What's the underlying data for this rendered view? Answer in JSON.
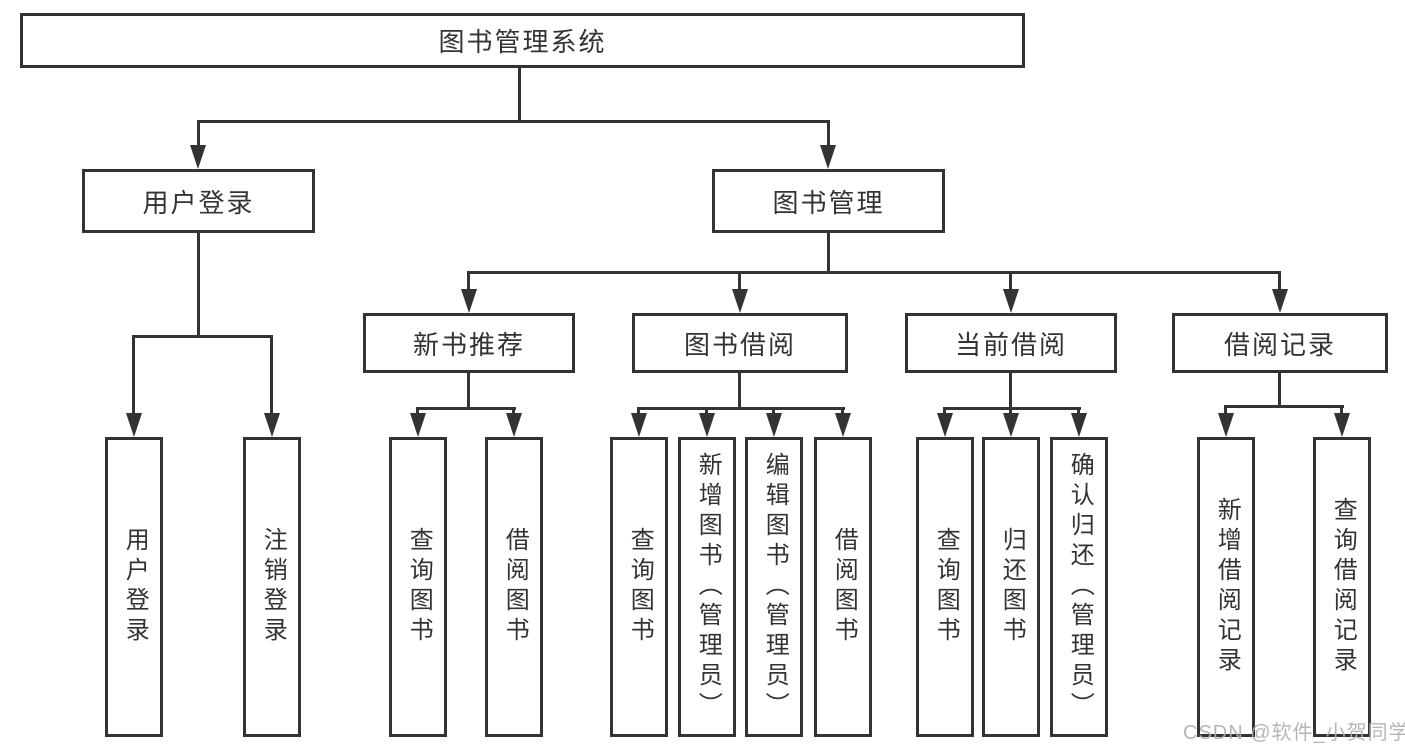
{
  "diagram": {
    "root": {
      "label": "图书管理系统"
    },
    "level2": [
      {
        "label": "用户登录"
      },
      {
        "label": "图书管理"
      }
    ],
    "level3": [
      {
        "label": "新书推荐"
      },
      {
        "label": "图书借阅"
      },
      {
        "label": "当前借阅"
      },
      {
        "label": "借阅记录"
      }
    ],
    "leaves": {
      "user_login": [
        {
          "label": "用户登录"
        },
        {
          "label": "注销登录"
        }
      ],
      "new_book_rec": [
        {
          "label": "查询图书"
        },
        {
          "label": "借阅图书"
        }
      ],
      "book_borrow": [
        {
          "label": "查询图书"
        },
        {
          "label": "新增图书（管理员）"
        },
        {
          "label": "编辑图书（管理员）"
        },
        {
          "label": "借阅图书"
        }
      ],
      "current_borrow": [
        {
          "label": "查询图书"
        },
        {
          "label": "归还图书"
        },
        {
          "label": "确认归还（管理员）"
        }
      ],
      "borrow_record": [
        {
          "label": "新增借阅记录"
        },
        {
          "label": "查询借阅记录"
        }
      ]
    },
    "watermark": "CSDN @软件_小贺同学",
    "colors": {
      "line": "#333333",
      "text": "#333333",
      "watermark": "#b0b0b0",
      "background": "#ffffff"
    },
    "icons": {
      "arrowhead": "triangle-down"
    }
  }
}
